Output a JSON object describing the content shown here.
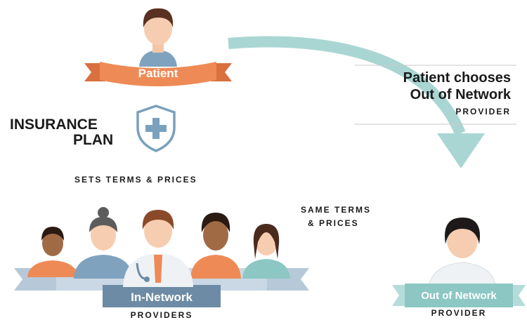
{
  "patient": {
    "ribbon_label": "Patient"
  },
  "insurance": {
    "line1": "INSURANCE",
    "line2": "PLAN",
    "sets_terms": "SETS TERMS & PRICES"
  },
  "choice": {
    "line1": "Patient chooses",
    "line2": "Out of Network",
    "line3": "PROVIDER"
  },
  "same_terms": {
    "line1": "SAME TERMS",
    "line2": "& PRICES"
  },
  "in_network": {
    "banner_label": "In-Network",
    "caption": "PROVIDERS"
  },
  "out_network": {
    "banner_label": "Out of Network",
    "caption": "PROVIDER"
  },
  "colors": {
    "ribbon_orange": "#ee8a55",
    "arrow_teal": "#a9d6d3",
    "banner_blue": "#6d8ba5",
    "banner_teal": "#8cc7c4",
    "shield_blue": "#7aa1bd"
  }
}
